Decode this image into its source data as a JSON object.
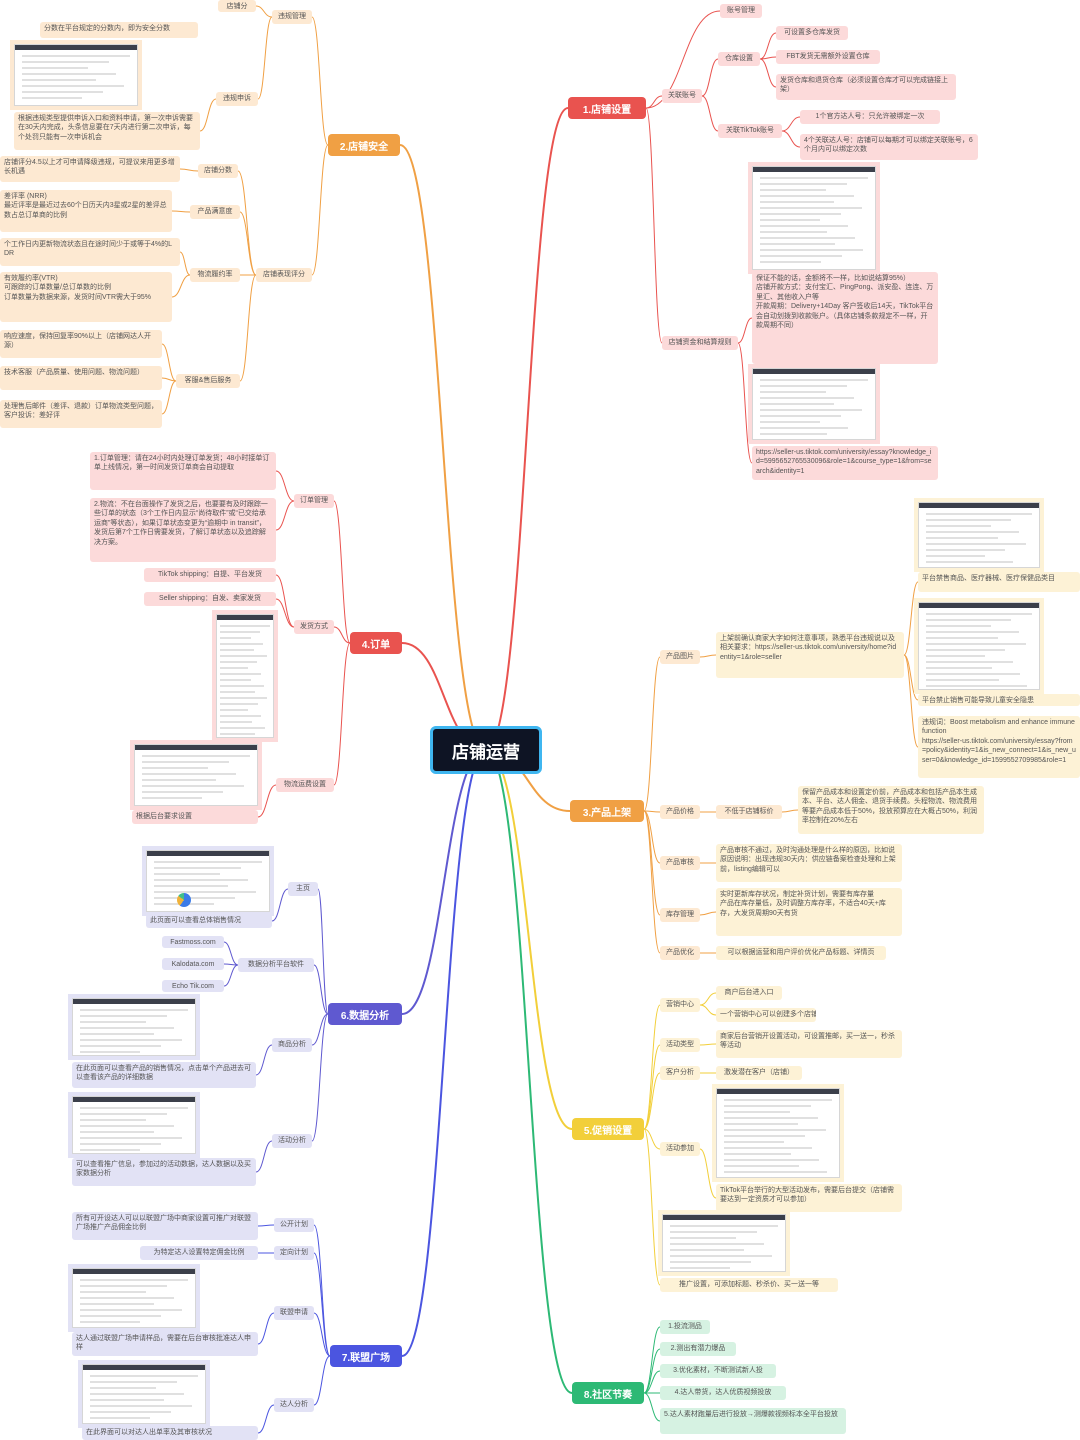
{
  "root": {
    "label": "店铺运营"
  },
  "colors": {
    "red": "#e9534f",
    "orange": "#f0a044",
    "yellow": "#f2cf3a",
    "green": "#2db975",
    "blue": "#5368e8",
    "purple": "#5f59d0",
    "indigo": "#4b55e0",
    "pink_bg": "#fcdada",
    "peach_bg": "#fde9d2",
    "cream_bg": "#fdf2d6",
    "lav_bg": "#e2e2f5",
    "green_bg": "#d6f2e2"
  },
  "branches": {
    "b1": "1.店铺设置",
    "b2": "2.店铺安全",
    "b3": "3.产品上架",
    "b4": "4.订单",
    "b5": "5.促销设置",
    "b6": "6.数据分析",
    "b7": "7.联盟广场",
    "b8": "8.社区节奏"
  },
  "b1": {
    "partial_top": "账号管理",
    "link_account": "关联账号",
    "warehouse": "仓库设置",
    "wh_1": "可设置多仓库发货",
    "wh_2": "FBT发货无需额外设置仓库",
    "wh_3": "发货仓库和退货仓库（必须设置仓库才可以完成链接上架）",
    "link_tiktok": "关联TikTok账号",
    "tt_1": "1个官方达人号：只允许被绑定一次",
    "tt_2": "4个关联达人号：店铺可以每期才可以绑定关联账号，6个月内可以绑定次数",
    "settlement": "店铺资金和结算规则",
    "settle_text": "保证不能的话，金额将不一样，比如说结算95%）\n店铺开款方式：支付宝汇、PingPong、派安盈、连连、万里汇、其他收入户等\n开款周期：Delivery+14Day 客户签收后14天，TikTok平台会自动划拨到收款账户。（具体店铺条款规定不一样，开款周期不同）",
    "url": "https://seller-us.tiktok.com/university/essay?knowledge_id=5995652765530096&role=1&course_type=1&from=search&identity=1"
  },
  "b2": {
    "partial_a": "店铺分",
    "partial_b": "分数在平台规定的分数内，即为安全分数",
    "logic_mgmt": "违规管理",
    "violation": "违规申诉",
    "violation_text": "根据违规类型提供申诉入口和资料申请，第一次申诉需要在30天内完成，头条信息要在7天内进行第二次申诉，每个处罚只能有一次申诉机会",
    "perf": "店铺表现评分",
    "score": "店铺分数",
    "score_text": "店铺评分4.5以上才可申请降级违规，可提议来用更多增长机遇",
    "quality": "产品满意度",
    "quality_text": "差评率 (NRR)\n最近评率是最近过去60个日历天内3星或2星的差评总数占总订单商的比例",
    "fulfill": "物流履约率",
    "fulfill_text_a": "个工作日内更新物流状态且在途时间少于或等于4%的LDR",
    "fulfill_text_b": "有效履约率(VTR)\n可跟踪的订单数量/总订单数的比例\n订单数量为数据来源，发货时间VTR需大于95%",
    "service": "客服&售后服务",
    "service_a": "响应速度，保持回复率90%以上（店铺网达人开源）",
    "service_b": "技术客服（产品质量、使用问题、物流问题）",
    "service_c": "处理售后邮件（差评、退款）订单物流类型问题，客户投诉：差好评"
  },
  "b3": {
    "img": "产品图片",
    "img_text": "上架前确认商家大字如何注意事项，熟悉平台违规说以及相关要求：https://seller-us.tiktok.com/university/home?identity=1&role=seller",
    "img_cap_1": "平台禁售商品、医疗器械、医疗保健品类目",
    "img_cap_2": "平台禁止销售可能导致儿童安全隐患",
    "img_cap_3": "违规词：Boost metabolism and enhance immune function\nhttps://seller-us.tiktok.com/university/essay?from=policy&identity=1&is_new_connect=1&is_new_user=0&knowledge_id=1599552709985&role=1",
    "price": "产品价格",
    "price_sub": "不低于店铺标价",
    "price_text": "保留产品成本和设置定价前，产品成本和包括产品本生成本、平台、达人佣金、退货手续费。头程物流、物流费用等要产品成本低于50%，投放预算应在大概占50%，利润率控制在20%左右",
    "review": "产品审核",
    "review_text": "产品审核不通过，及时沟通处理是什么样的原因，比如说原因说明：出现违规30天内：供应链备案检查处理和上架前，listing编辑可以",
    "stock": "库存管理",
    "stock_text": "实时更新库存状况，制定补货计划，需要有库存量\n产品在库存量低，及时调整方库存率，不适合40天+库存，大发货周期90天有货",
    "optimize": "产品优化",
    "optimize_text": "可以根据运营和用户评价优化产品标题、详情页"
  },
  "b4": {
    "order_mgmt": "订单管理",
    "order_text_1": "1.订单管理：请在24小时内处理订单发货；48小时接单订单上线情况，第一时间发货订单商会自动提取",
    "order_text_2": "2.物流：不在台面操作了发货之后，也要要有及时跟踪一些订单的状态（3个工作日内显示“尚待取件”或“已交给承运商”等状态），如果订单状态变更为“逾期中 in transit”，发货后第7个工作日需要发货，了解订单状态以及追踪解决方案。",
    "ship": "发货方式",
    "ship_1": "TikTok shipping：自提、平台发货",
    "ship_2": "Seller shipping：自发、卖家发货",
    "logistics": "物流运费设置",
    "logistics_cap": "根据后台要求设置"
  },
  "b5": {
    "center": "营销中心",
    "center_1": "商户后台进入口",
    "center_2": "一个营销中心可以创建多个店铺",
    "tool": "活动类型",
    "tool_text": "商家后台营销开设置活动，可设置推邮，买一送一，秒杀等活动",
    "analysis": "客户分析",
    "analysis_text": "激发潜在客户（店铺）",
    "join": "活动参加",
    "join_text": "TikTok平台举行的大型活动发布，需要后台提交（店铺需要达到一定资质才可以参加）",
    "ad_text": "推广设置，可添加标题、秒杀价、买一送一等"
  },
  "b6": {
    "home": "主页",
    "home_cap": "此页面可以查看总体销售情况",
    "tools": "数据分析平台软件",
    "tool_1": "Fastmoss.com",
    "tool_2": "Kalodata.com",
    "tool_3": "Echo Tik.com",
    "product": "商品分析",
    "product_cap": "在此页面可以查看产品的销售情况，点击单个产品进去可以查看该产品的详细数据",
    "event": "活动分析",
    "event_cap": "可以查看推广信息，参加过的活动数据，达人数据以及买家数据分析"
  },
  "b7": {
    "open": "公开计划",
    "open_text": "所有可开设达人可以以联盟广场中商家设置可推广对联盟广场推广产品佣金比例",
    "target": "定向计划",
    "target_text": "为特定达人设置特定佣金比例",
    "apply": "联盟申请",
    "apply_cap": "达人通过联盟广场申请样品，需要在后台审核批准达人申样",
    "creator": "达人分析",
    "creator_cap": "在此界面可以对达人出单率及其审核状况"
  },
  "b8": {
    "s1": "1.投流测品",
    "s2": "2.测出有潜力爆品",
    "s3": "3.优化素材，不断测试新人投",
    "s4": "4.达人带货，达人优质视频投放",
    "s5": "5.达人素材跑量后进行投放→测爆款视频标本全平台投放"
  }
}
